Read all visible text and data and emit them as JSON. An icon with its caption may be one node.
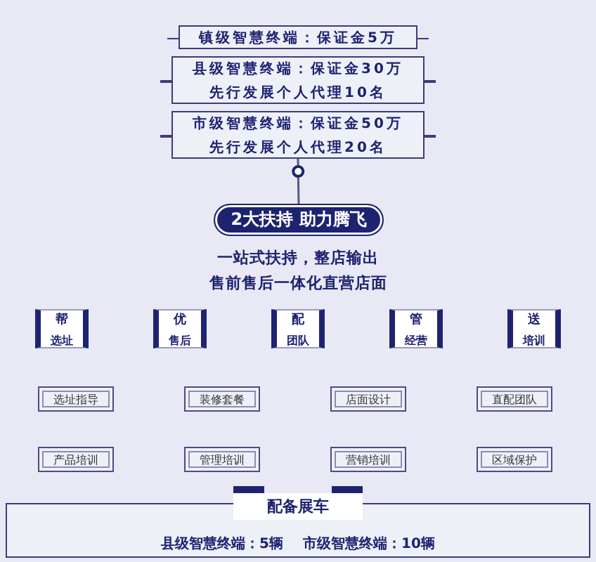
{
  "diagram": {
    "nodes": [
      {
        "text": [
          "镇级智慧终端：保证金5万"
        ]
      },
      {
        "text": [
          "县级智慧终端：保证金30万",
          "先行发展个人代理10名"
        ]
      },
      {
        "text": [
          "市级智慧终端：保证金50万",
          "先行发展个人代理20名"
        ]
      },
      {
        "text": [
          "2大扶持 助力腾飞"
        ]
      },
      {
        "text": [
          "帮",
          "选址"
        ]
      },
      {
        "text": [
          "优",
          "售后"
        ]
      },
      {
        "text": [
          "配",
          "团队"
        ]
      },
      {
        "text": [
          "管",
          "经营"
        ]
      },
      {
        "text": [
          "送",
          "培训"
        ]
      },
      {
        "text": [
          "选址指导"
        ]
      },
      {
        "text": [
          "装修套餐"
        ]
      },
      {
        "text": [
          "店面设计"
        ]
      },
      {
        "text": [
          "直配团队"
        ]
      },
      {
        "text": [
          "产品培训"
        ]
      },
      {
        "text": [
          "管理培训"
        ]
      },
      {
        "text": [
          "营销培训"
        ]
      },
      {
        "text": [
          "区域保护"
        ]
      },
      {
        "text": [
          "配备展车",
          "县级智慧终端：5辆",
          "市级智慧终端：10辆"
        ]
      }
    ],
    "edges": [
      {
        "from": 2,
        "to": 3,
        "arrow": "other"
      }
    ],
    "labels": [
      "一站式扶持，整店输出",
      "售前售后一体化直营店面"
    ]
  }
}
